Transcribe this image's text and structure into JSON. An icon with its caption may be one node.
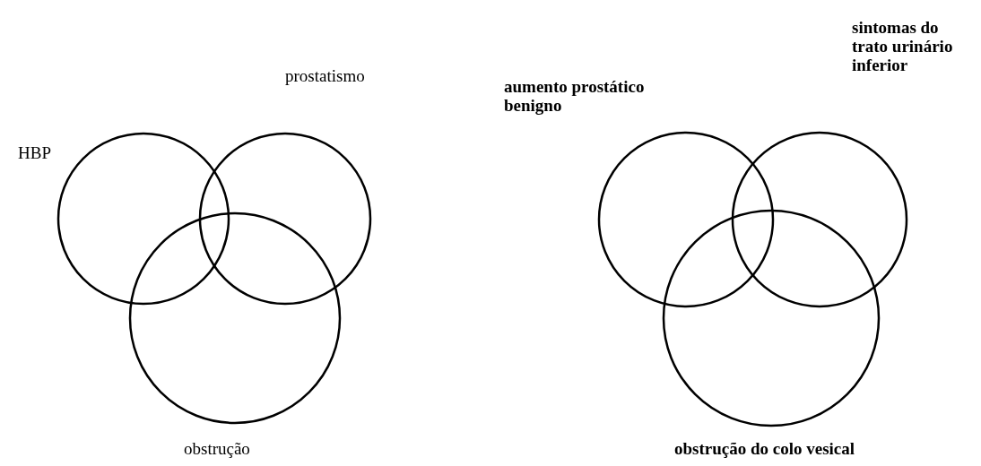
{
  "diagram": {
    "nodes": [
      {
        "text": [
          "HBP"
        ]
      },
      {
        "text": [
          "prostatismo"
        ]
      },
      {
        "text": [
          "obstrução"
        ]
      },
      {
        "text": [
          "aumento prostático benigno"
        ]
      },
      {
        "text": [
          "sintomas do trato urinário inferior"
        ]
      },
      {
        "text": [
          "obstrução do colo vesical"
        ]
      }
    ],
    "edges": []
  }
}
